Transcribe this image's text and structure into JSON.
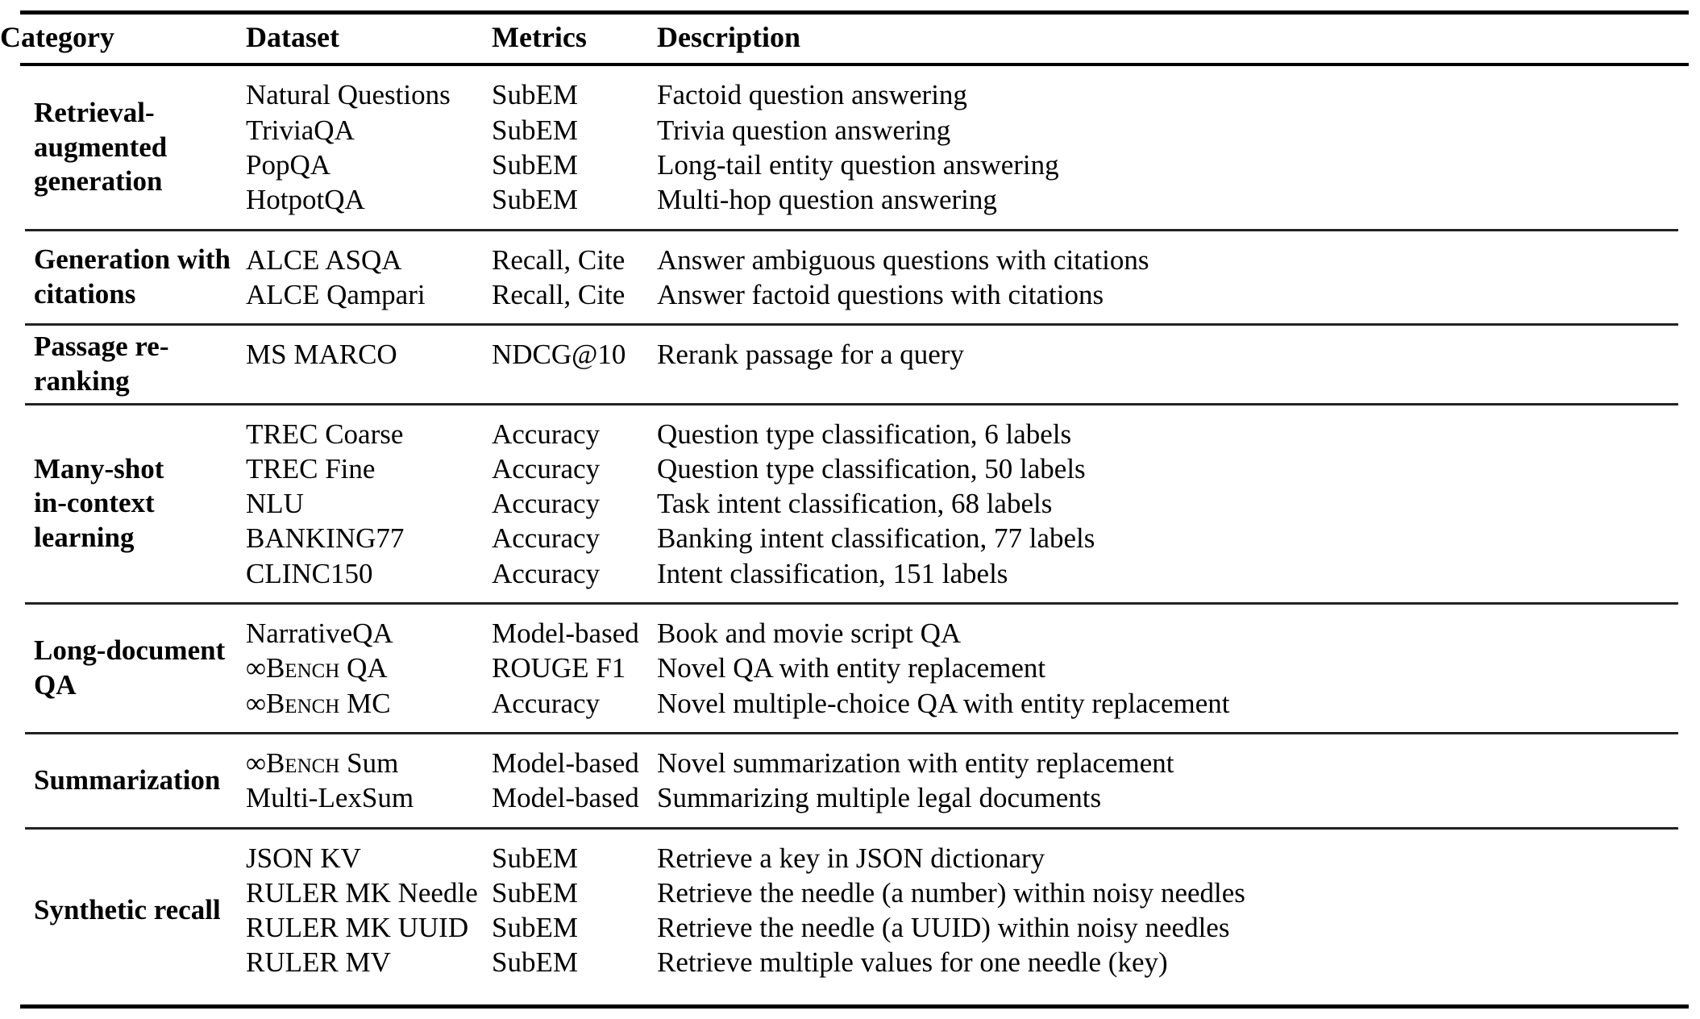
{
  "table": {
    "columns": [
      "Category",
      "Dataset",
      "Metrics",
      "Description"
    ],
    "groups": [
      {
        "category": "Retrieval-\nagumented\ngeneration",
        "category_lines": [
          "Retrieval-",
          "augmented",
          "generation"
        ],
        "rows": [
          {
            "dataset": "Natural Questions",
            "metrics": "SubEM",
            "description": "Factoid question answering"
          },
          {
            "dataset": "TriviaQA",
            "metrics": "SubEM",
            "description": "Trivia question answering"
          },
          {
            "dataset": "PopQA",
            "metrics": "SubEM",
            "description": "Long-tail entity question answering"
          },
          {
            "dataset": "HotpotQA",
            "metrics": "SubEM",
            "description": "Multi-hop question answering"
          }
        ]
      },
      {
        "category_lines": [
          "Generation with",
          "citations"
        ],
        "rows": [
          {
            "dataset": "ALCE ASQA",
            "metrics": "Recall, Cite",
            "description": "Answer ambiguous questions with citations"
          },
          {
            "dataset": "ALCE Qampari",
            "metrics": "Recall, Cite",
            "description": "Answer factoid questions with citations"
          }
        ]
      },
      {
        "category_lines": [
          "Passage re-ranking"
        ],
        "rows": [
          {
            "dataset": "MS MARCO",
            "metrics": "NDCG@10",
            "description": "Rerank passage for a query"
          }
        ]
      },
      {
        "category_lines": [
          "Many-shot",
          "in-context",
          "learning"
        ],
        "rows": [
          {
            "dataset": "TREC Coarse",
            "metrics": "Accuracy",
            "description": "Question type classification, 6 labels"
          },
          {
            "dataset": "TREC Fine",
            "metrics": "Accuracy",
            "description": "Question type classification, 50 labels"
          },
          {
            "dataset": "NLU",
            "metrics": "Accuracy",
            "description": "Task intent classification, 68 labels"
          },
          {
            "dataset": "BANKING77",
            "metrics": "Accuracy",
            "description": "Banking intent classification, 77 labels"
          },
          {
            "dataset": "CLINC150",
            "metrics": "Accuracy",
            "description": "Intent classification, 151 labels"
          }
        ]
      },
      {
        "category_lines": [
          "Long-document",
          "QA"
        ],
        "rows": [
          {
            "dataset": "NarrativeQA",
            "metrics": "Model-based",
            "description": "Book and movie script QA"
          },
          {
            "dataset": "∞Bench QA",
            "dataset_infinity": true,
            "dataset_prefix": "∞B",
            "dataset_smallcaps": "ench",
            "dataset_suffix": " QA",
            "metrics": "ROUGE F1",
            "description": "Novel QA with entity replacement"
          },
          {
            "dataset": "∞Bench MC",
            "dataset_infinity": true,
            "dataset_prefix": "∞B",
            "dataset_smallcaps": "ench",
            "dataset_suffix": " MC",
            "metrics": "Accuracy",
            "description": "Novel multiple-choice QA with entity replacement"
          }
        ]
      },
      {
        "category_lines": [
          "Summarization"
        ],
        "rows": [
          {
            "dataset": "∞Bench Sum",
            "dataset_infinity": true,
            "dataset_prefix": "∞B",
            "dataset_smallcaps": "ench",
            "dataset_suffix": " Sum",
            "metrics": "Model-based",
            "description": "Novel summarization with entity replacement"
          },
          {
            "dataset": "Multi-LexSum",
            "metrics": "Model-based",
            "description": "Summarizing multiple legal documents"
          }
        ]
      },
      {
        "category_lines": [
          "Synthetic recall"
        ],
        "rows": [
          {
            "dataset": "JSON KV",
            "metrics": "SubEM",
            "description": "Retrieve a key in JSON dictionary"
          },
          {
            "dataset": "RULER MK Needle",
            "metrics": "SubEM",
            "description": "Retrieve the needle (a number) within noisy needles"
          },
          {
            "dataset": "RULER MK UUID",
            "metrics": "SubEM",
            "description": "Retrieve the needle (a UUID) within noisy needles"
          },
          {
            "dataset": "RULER MV",
            "metrics": "SubEM",
            "description": "Retrieve multiple values for one needle (key)"
          }
        ]
      }
    ]
  },
  "colors": {
    "text": "#000000",
    "rule": "#000000",
    "background": "#ffffff"
  }
}
